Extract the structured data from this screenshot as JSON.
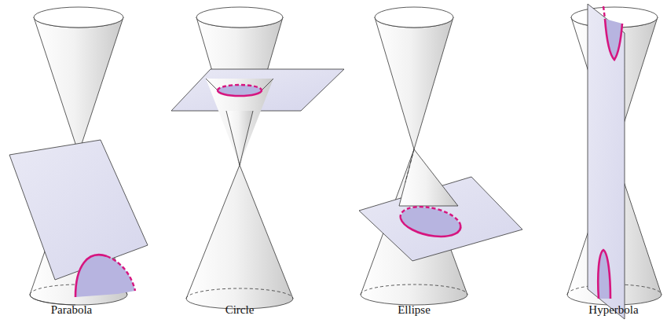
{
  "diagram": {
    "labels": [
      "Parabola",
      "Circle",
      "Ellipse",
      "Hyperbola"
    ]
  }
}
